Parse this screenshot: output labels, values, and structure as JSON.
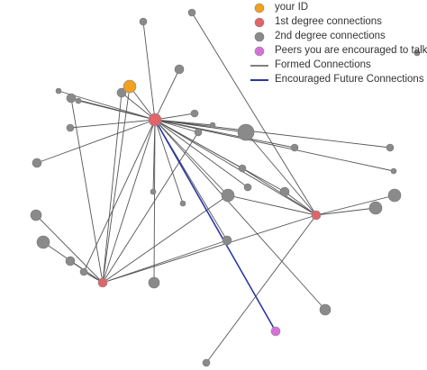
{
  "colors": {
    "your_id": "#f0a120",
    "first_degree": "#e0646a",
    "second_degree": "#8a8a8a",
    "encouraged_peer": "#d670d8",
    "formed_edge": "#555555",
    "encouraged_edge": "#2b35a0"
  },
  "legend": {
    "your_id": "your ID",
    "first_degree": "1st degree connections",
    "second_degree": "2nd degree connections",
    "encouraged_peer": "Peers you are encouraged to talk to",
    "formed": "Formed Connections",
    "encouraged_future": "Encouraged Future Connections"
  }
}
